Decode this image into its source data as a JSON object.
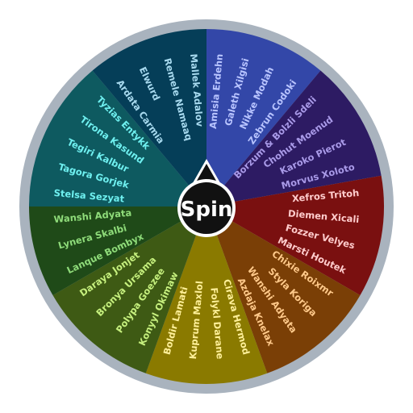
{
  "wheel": {
    "spin_label": "Spin",
    "rim_color": "#8c9aa8",
    "hub_color": "#111111",
    "hub_ring_color": "#ffffff",
    "groups": [
      {
        "color": "#3347a8",
        "text_color": "#b8c4ff",
        "items": [
          "Amisia Erdehn",
          "Galeth Xilgisi",
          "Nikke Modah",
          "Zebrun Codoki"
        ]
      },
      {
        "color": "#2d1b63",
        "text_color": "#a99ae8",
        "items": [
          "Borzum & Bolzli Sdeli",
          "Chohut Moenud",
          "Karoko Pierot",
          "Morvus Xoloto"
        ]
      },
      {
        "color": "#7a1010",
        "text_color": "#ffcccc",
        "items": [
          "Xefros Tritoh",
          "Diemen Xicali",
          "Fozzer Velyes",
          "Marsti Houtek"
        ]
      },
      {
        "color": "#7a3f06",
        "text_color": "#ffc98a",
        "items": [
          "Chixie Roixmr",
          "Styla Koriga",
          "Wanshi Adyata",
          "Azdaja Knelax"
        ]
      },
      {
        "color": "#8a7a00",
        "text_color": "#fff099",
        "items": [
          "Cirava Hermod",
          "Folykl Darane",
          "Kuprum Maxlol",
          "Boldir Lamati"
        ]
      },
      {
        "color": "#3e5a14",
        "text_color": "#c6f07e",
        "items": [
          "Konyyl Okimaw",
          "Polypa Goezee",
          "Bronya Ursama",
          "Daraya Jonjet"
        ]
      },
      {
        "color": "#1f4a18",
        "text_color": "#8fdc7a",
        "items": [
          "Lanque Bombyx",
          "Lynera Skalbi",
          "Wanshi Adyata"
        ]
      },
      {
        "color": "#0e5a60",
        "text_color": "#6ff0f0",
        "items": [
          "Stelsa Sezyat",
          "Tagora Gorjek",
          "Tegiri Kalbur",
          "Tirona Kasund",
          "Tyzias Entykk"
        ]
      },
      {
        "color": "#053e58",
        "text_color": "#a7d9ee",
        "items": [
          "Ardata Carmia",
          "Elwurd",
          "Remele Namaaq",
          "Mallek Adalov"
        ]
      }
    ]
  }
}
